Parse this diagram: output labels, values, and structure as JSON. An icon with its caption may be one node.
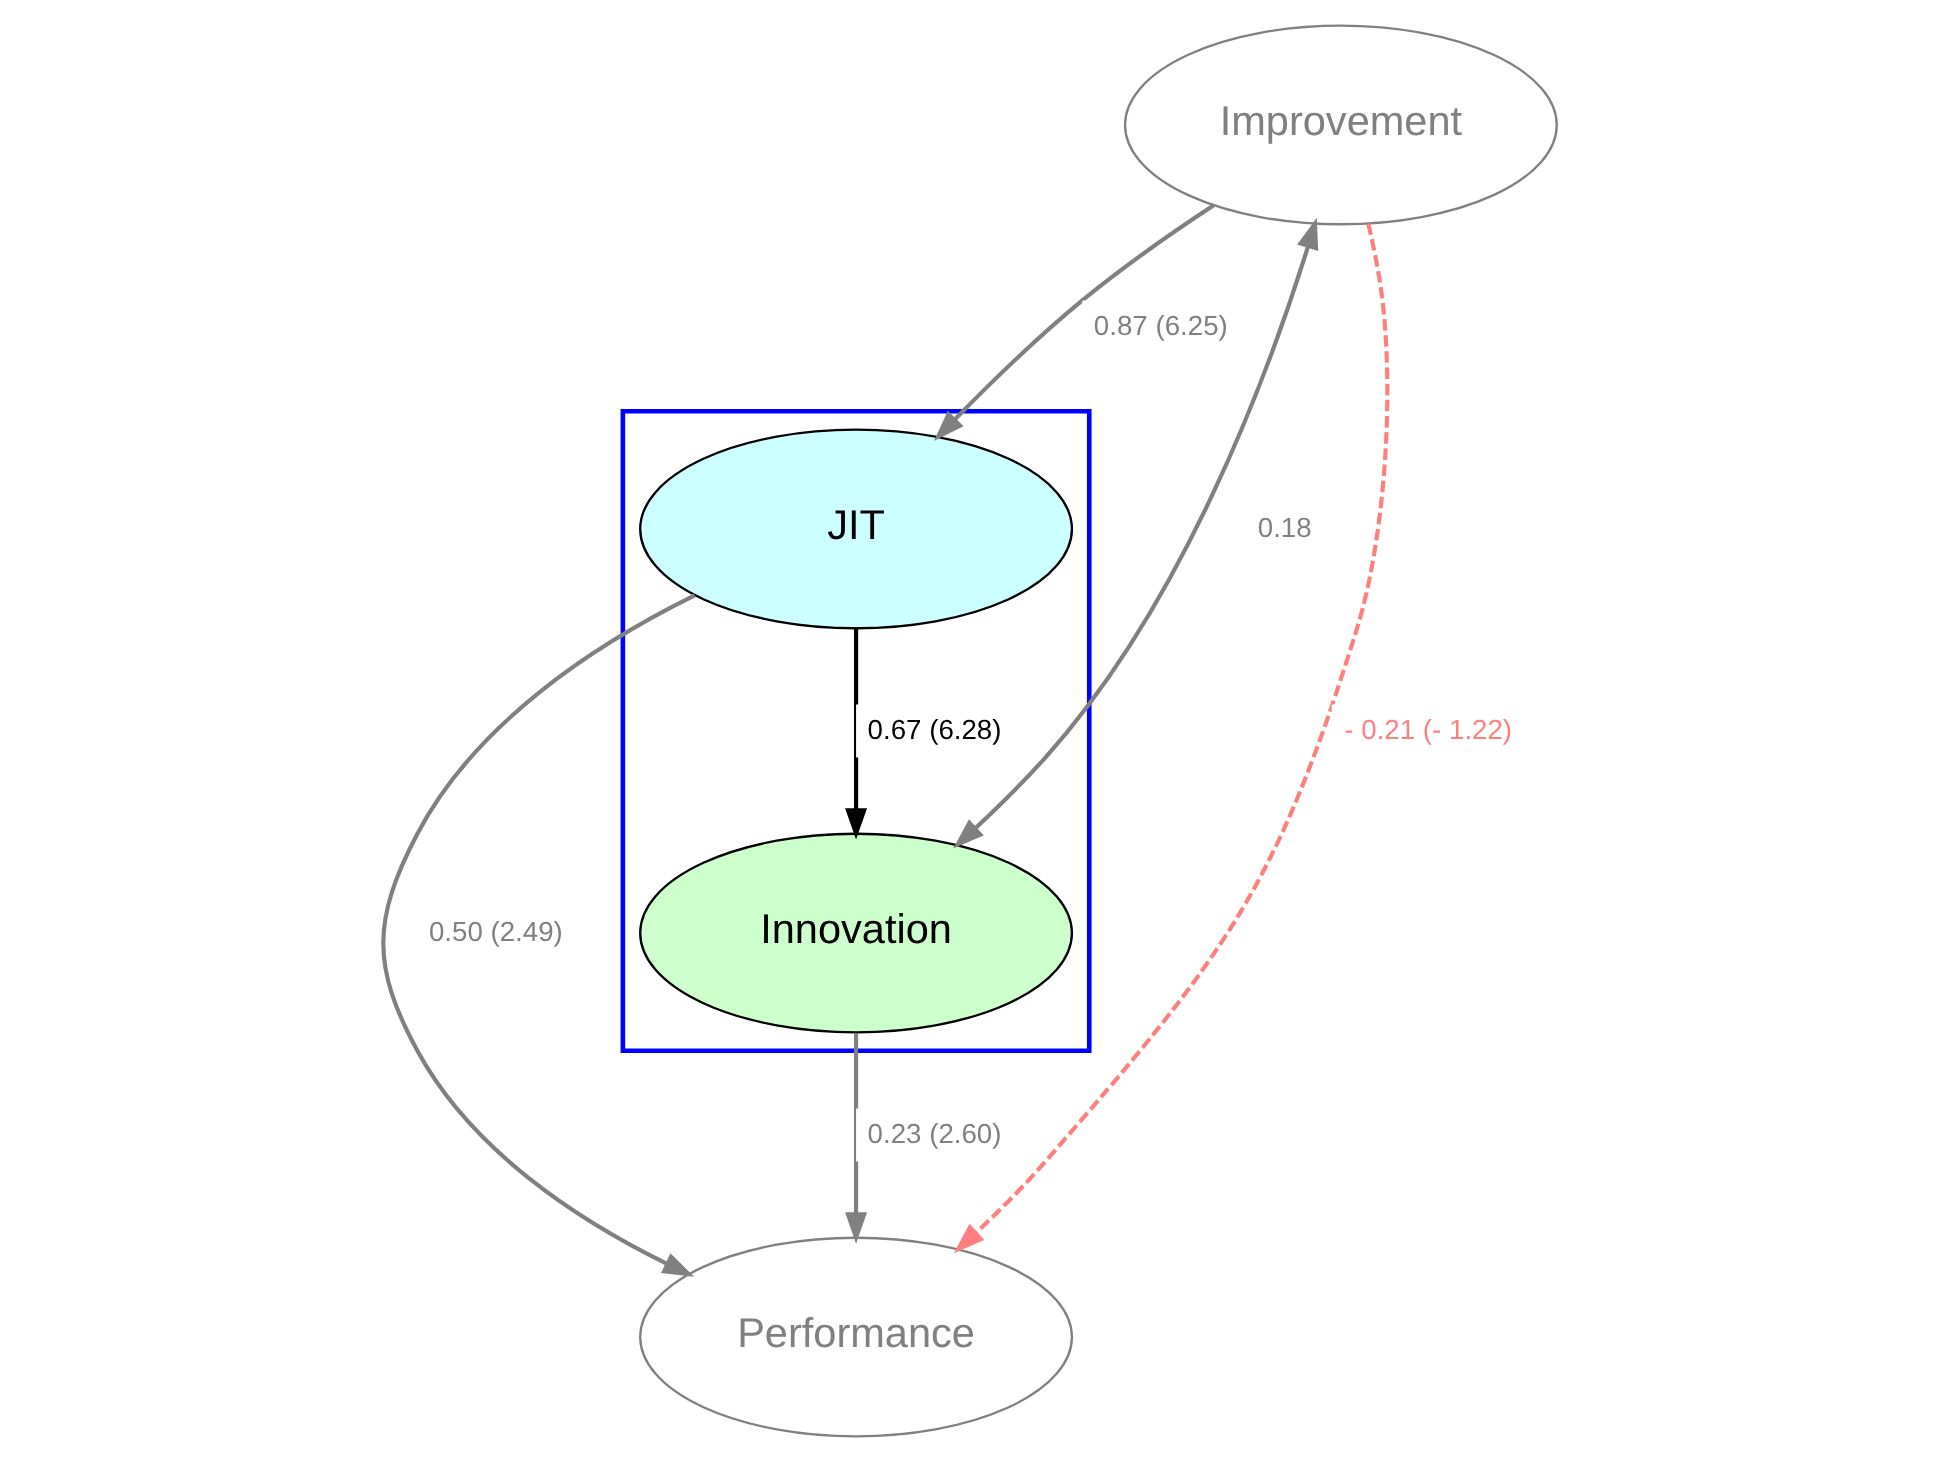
{
  "diagram": {
    "nodes": [
      {
        "text": [
          "Improvement"
        ]
      },
      {
        "text": [],
        "shape": "box"
      },
      {
        "text": [
          "JIT"
        ],
        "in": 1
      },
      {
        "text": [
          "Innovation"
        ],
        "in": 1
      },
      {
        "text": [
          "Performance"
        ]
      }
    ],
    "edges": [
      {
        "from": 0,
        "to": 2,
        "arrow": "to",
        "label": "0.87 (6.25)"
      },
      {
        "from": 0,
        "to": 3,
        "arrow": "both",
        "label": "0.18"
      },
      {
        "from": 0,
        "to": 4,
        "arrow": "to",
        "label": "- 0.21 (- 1.22)",
        "style": "dashed",
        "color": "#ff7f7f"
      },
      {
        "from": 2,
        "to": 4,
        "arrow": "to",
        "label": "0.50 (2.49)"
      },
      {
        "from": 2,
        "to": 3,
        "arrow": "to",
        "label": "0.67 (6.28)",
        "color": "#000000"
      },
      {
        "from": 3,
        "to": 4,
        "arrow": "to",
        "label": "0.23 (2.60)"
      }
    ]
  }
}
